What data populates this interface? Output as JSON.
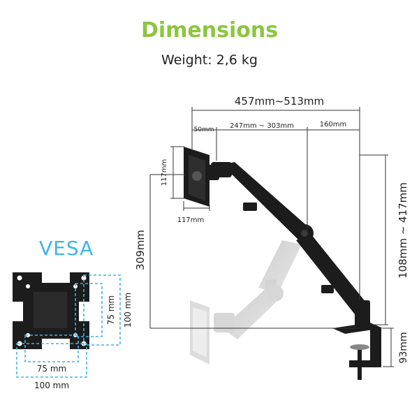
{
  "header": {
    "title": "Dimensions",
    "weight": "Weight: 2,6 kg"
  },
  "vesa": {
    "title": "VESA",
    "label_75_vertical": "75 mm",
    "label_100_vertical": "100 mm",
    "label_75_horizontal": "75 mm",
    "label_100_horizontal": "100 mm"
  },
  "dimensions": {
    "total_reach": "457mm~513mm",
    "plate_offset": "50mm",
    "arm_reach": "247mm ~ 303mm",
    "base_offset": "160mm",
    "head_height": "117mm",
    "head_width": "117mm",
    "lowered_height": "309mm",
    "arm_height_range": "108mm ~ 417mm",
    "clamp_height": "93mm"
  },
  "colors": {
    "title": "#8cc63f",
    "vesa": "#3fb4e6",
    "mount": "#1c1c1c"
  }
}
